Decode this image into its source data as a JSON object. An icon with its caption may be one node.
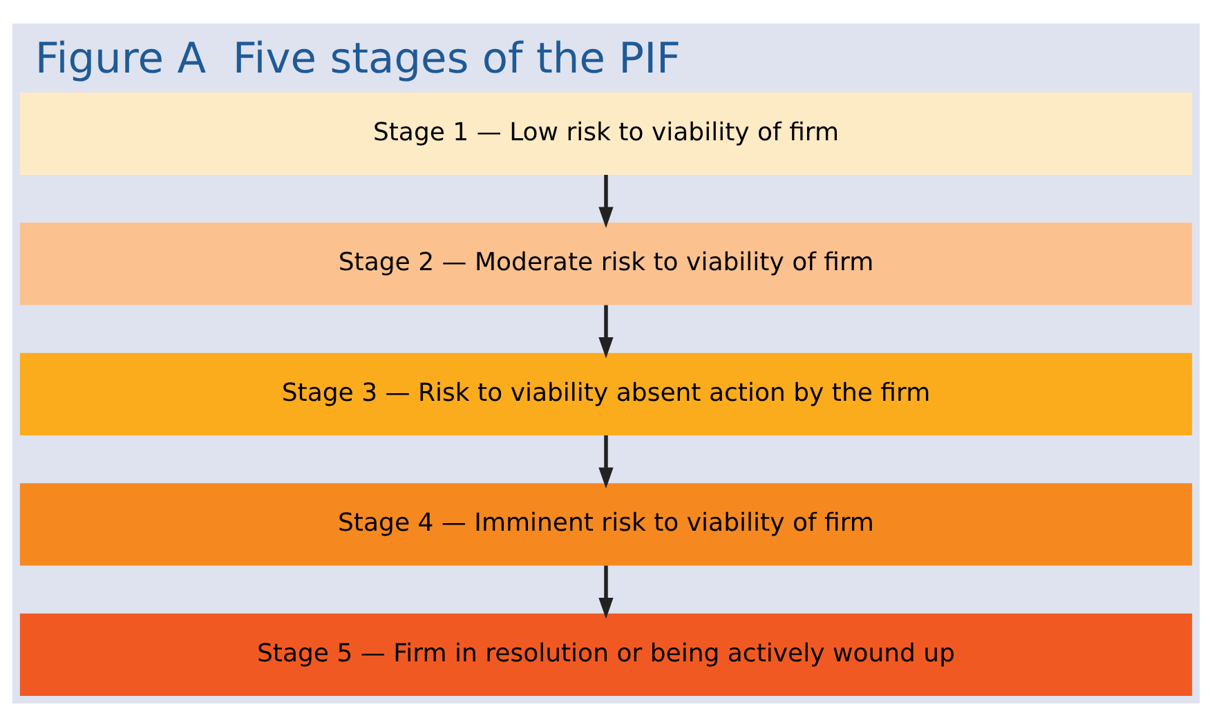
{
  "diagram": {
    "title": "Figure A  Five stages of the PIF",
    "nodes": [
      {
        "text": [
          "Stage 1 — Low risk to viability of firm"
        ]
      },
      {
        "text": [
          "Stage 2 — Moderate risk to viability of firm"
        ]
      },
      {
        "text": [
          "Stage 3 — Risk to viability absent action by the firm"
        ]
      },
      {
        "text": [
          "Stage 4 — Imminent risk to viability of firm"
        ]
      },
      {
        "text": [
          "Stage 5 — Firm in resolution or being actively wound up"
        ]
      }
    ],
    "edges": [
      {
        "from": 0,
        "to": 1,
        "arrow": "to"
      },
      {
        "from": 1,
        "to": 2,
        "arrow": "to"
      },
      {
        "from": 2,
        "to": 3,
        "arrow": "to"
      },
      {
        "from": 3,
        "to": 4,
        "arrow": "to"
      }
    ]
  }
}
